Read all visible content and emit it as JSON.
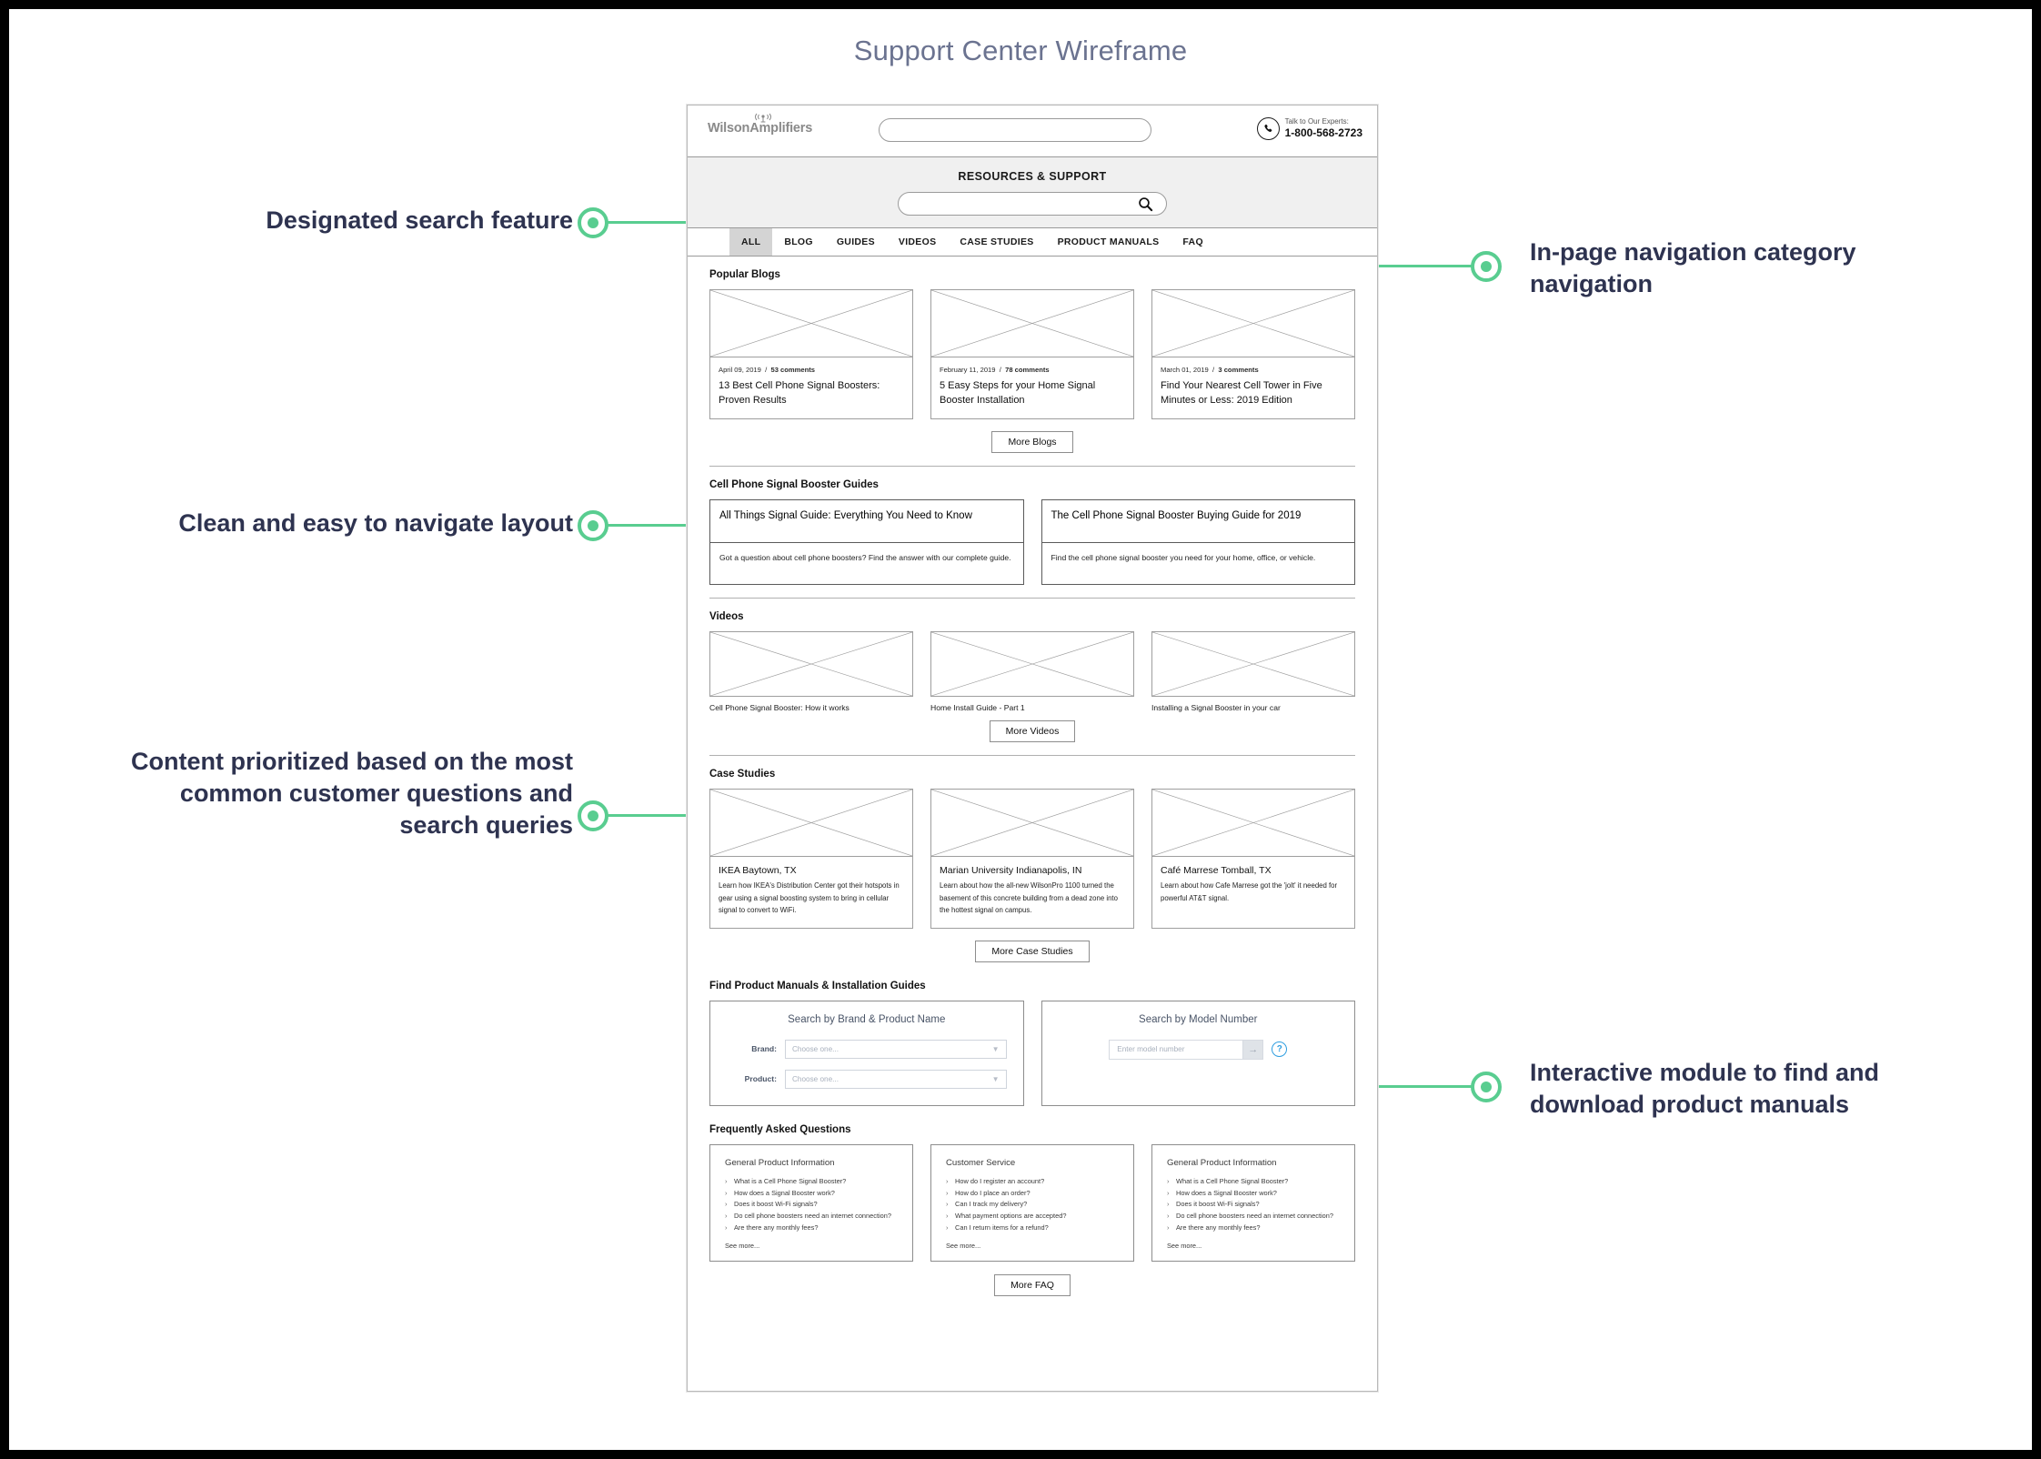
{
  "page": {
    "title": "Support Center Wireframe",
    "accent": "#59cd90",
    "title_color": "#6b7390",
    "anno_color": "#2e3350"
  },
  "annotations": {
    "left": [
      {
        "text": "Designated search feature"
      },
      {
        "text": "Clean and easy to navigate layout"
      },
      {
        "text": "Content prioritized based on the most common customer questions and search queries"
      }
    ],
    "right": [
      {
        "text": "In-page navigation category navigation"
      },
      {
        "text": "Interactive module to find and download product manuals"
      }
    ]
  },
  "site": {
    "logo": "WilsonAmplifiers",
    "logo_icon": "antenna-signal-icon",
    "search_placeholder": "",
    "phone_label": "Talk to Our Experts:",
    "phone_number": "1-800-568-2723",
    "phone_icon": "phone-icon"
  },
  "resources": {
    "heading": "RESOURCES & SUPPORT",
    "search_placeholder": "",
    "search_icon": "search-icon"
  },
  "tabs": [
    {
      "label": "ALL",
      "active": true
    },
    {
      "label": "BLOG",
      "active": false
    },
    {
      "label": "GUIDES",
      "active": false
    },
    {
      "label": "VIDEOS",
      "active": false
    },
    {
      "label": "CASE STUDIES",
      "active": false
    },
    {
      "label": "PRODUCT MANUALS",
      "active": false
    },
    {
      "label": "FAQ",
      "active": false
    }
  ],
  "blogs": {
    "section_title": "Popular Blogs",
    "items": [
      {
        "date": "April 09, 2019",
        "comments": "53 comments",
        "title": "13 Best Cell Phone Signal Boosters: Proven Results"
      },
      {
        "date": "February 11, 2019",
        "comments": "78 comments",
        "title": "5 Easy Steps for your Home Signal Booster Installation"
      },
      {
        "date": "March 01, 2019",
        "comments": "3 comments",
        "title": "Find Your Nearest Cell Tower in Five Minutes or Less: 2019 Edition"
      }
    ],
    "more_label": "More Blogs"
  },
  "guides": {
    "section_title": "Cell Phone Signal Booster Guides",
    "items": [
      {
        "title": "All Things Signal Guide: Everything You Need to Know",
        "desc": "Got a question about cell phone boosters? Find the answer with our complete guide."
      },
      {
        "title": "The Cell Phone Signal Booster Buying Guide for 2019",
        "desc": "Find the cell phone signal booster you need for your home, office, or vehicle."
      }
    ]
  },
  "videos": {
    "section_title": "Videos",
    "items": [
      {
        "caption": "Cell Phone Signal Booster: How it works"
      },
      {
        "caption": "Home Install Guide - Part 1"
      },
      {
        "caption": "Installing a Signal Booster in your car"
      }
    ],
    "more_label": "More Videos"
  },
  "case_studies": {
    "section_title": "Case Studies",
    "items": [
      {
        "title": "IKEA Baytown, TX",
        "desc": "Learn how IKEA's Distribution Center got their hotspots in gear using a signal boosting system to bring in cellular signal to convert to WiFi."
      },
      {
        "title": "Marian University Indianapolis, IN",
        "desc": "Learn about how the all-new WilsonPro 1100 turned the basement of this concrete building from a dead zone into the hottest signal on campus."
      },
      {
        "title": "Café Marrese Tomball, TX",
        "desc": "Learn about how Cafe Marrese got the 'jolt' it needed for powerful AT&T signal."
      }
    ],
    "more_label": "More Case Studies"
  },
  "manuals": {
    "section_title": "Find Product Manuals & Installation Guides",
    "brand_card": {
      "heading": "Search by Brand & Product Name",
      "brand_label": "Brand:",
      "brand_value": "Choose one...",
      "product_label": "Product:",
      "product_value": "Choose one...",
      "carat_icon": "chevron-down-icon"
    },
    "model_card": {
      "heading": "Search by Model Number",
      "input_placeholder": "Enter model number",
      "submit_icon": "arrow-right-icon",
      "help_icon": "question-mark-icon",
      "help_label": "?"
    }
  },
  "faq": {
    "section_title": "Frequently Asked Questions",
    "see_more": "See more...",
    "more_label": "More FAQ",
    "cards": [
      {
        "title": "General Product Information",
        "questions": [
          "What is a Cell Phone Signal Booster?",
          "How does a Signal Booster work?",
          "Does it boost Wi-Fi signals?",
          "Do cell phone boosters need an internet connection?",
          "Are there any monthly fees?"
        ]
      },
      {
        "title": "Customer Service",
        "questions": [
          "How do I register an account?",
          "How do I place an order?",
          "Can I track my delivery?",
          "What payment options are accepted?",
          "Can I return items for a refund?"
        ]
      },
      {
        "title": "General Product Information",
        "questions": [
          "What is a Cell Phone Signal Booster?",
          "How does a Signal Booster work?",
          "Does it boost Wi-Fi signals?",
          "Do cell phone boosters need an internet connection?",
          "Are there any monthly fees?"
        ]
      }
    ]
  }
}
